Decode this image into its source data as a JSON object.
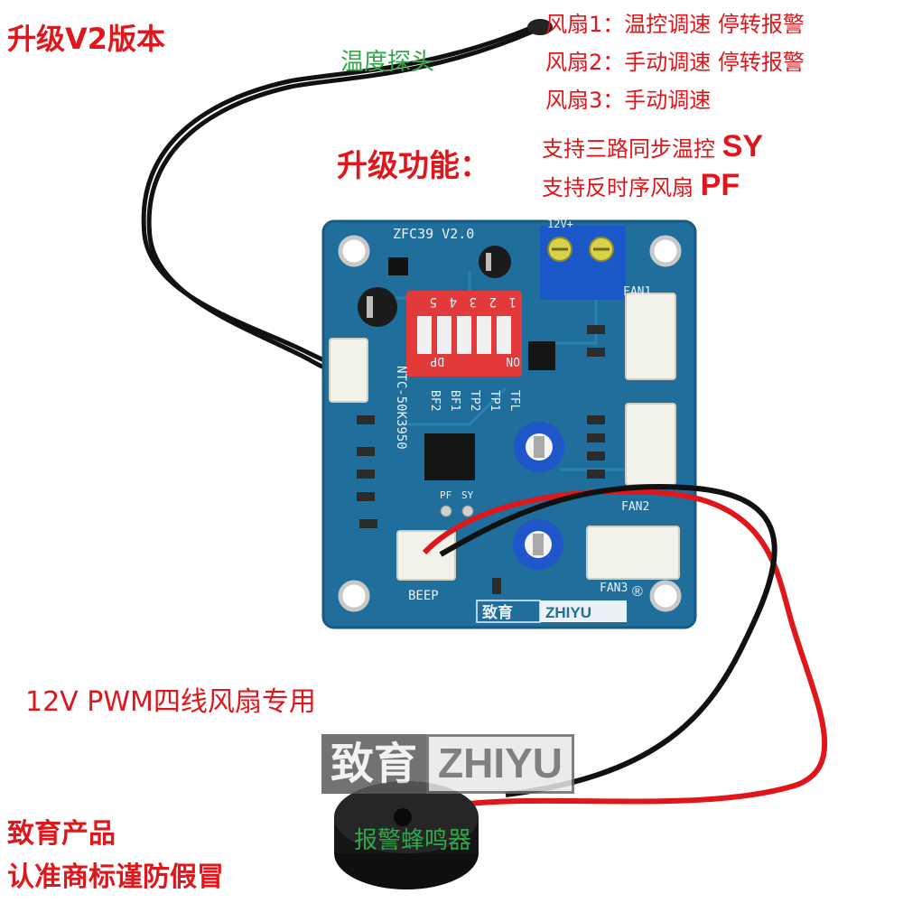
{
  "title": "升级V2版本",
  "probe_label": "温度探头",
  "fan_features": [
    {
      "line": "风扇1：温控调速 停转报警"
    },
    {
      "line": "风扇2：手动调速 停转报警"
    },
    {
      "line": "风扇3：手动调速"
    }
  ],
  "upgrade": {
    "heading": "升级功能：",
    "items": [
      {
        "text": "支持三路同步温控",
        "code": "SY"
      },
      {
        "text": "支持反时序风扇",
        "code": "PF"
      }
    ]
  },
  "subtitle": "12V PWM四线风扇专用",
  "watermark": {
    "cn": "致育",
    "en": "ZHIYU"
  },
  "buzzer_label": "报警蜂鸣器",
  "bottom_note": {
    "line1": "致育产品",
    "line2": "认准商标谨防假冒"
  },
  "board": {
    "model": "ZFC39 V2.0",
    "power": "12V+",
    "fan1": "FAN1",
    "fan2": "FAN2",
    "fan3": "FAN3",
    "beep": "BEEP",
    "ntc": "NTC-50K3950",
    "pf": "PF",
    "sy": "SY",
    "dip_on": "ON",
    "dip_dp": "DP",
    "dip_numbers": [
      "1",
      "2",
      "3",
      "4",
      "5"
    ],
    "dip_functions": [
      "TFL",
      "TP1",
      "TP2",
      "BF1",
      "BF2"
    ],
    "logo_cn": "致育",
    "logo_en": "ZHIYU",
    "registered": "®"
  },
  "colors": {
    "text_red": "#e0161b",
    "text_green": "#2fa84a",
    "pcb_blue": "#1f6e9c",
    "dip_red": "#e23a3a",
    "terminal_blue": "#1b58c8"
  }
}
